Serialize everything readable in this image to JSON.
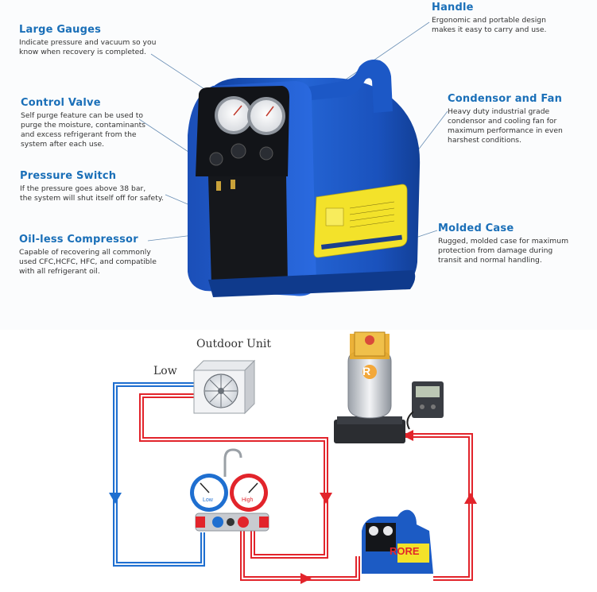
{
  "features": {
    "handle": {
      "title": "Handle",
      "lines": [
        "Ergonomic and portable design",
        "makes it easy to carry and use."
      ]
    },
    "large_gauges": {
      "title": "Large Gauges",
      "lines": [
        "Indicate pressure and vacuum so  you",
        "know when recovery is completed."
      ]
    },
    "control_valve": {
      "title": "Control Valve",
      "lines": [
        "Self purge feature can be used to",
        "purge the moisture, contaminants",
        "and excess refrigerant from the",
        "system after each use."
      ]
    },
    "condensor_fan": {
      "title": "Condensor and Fan",
      "lines": [
        "Heavy duty industrial grade",
        "condensor and cooling fan for",
        "maximum performance in even",
        "harshest conditions."
      ]
    },
    "pressure_switch": {
      "title": "Pressure Switch",
      "lines": [
        "If the pressure goes above 38 bar,",
        "the system will shut itself off for safety."
      ]
    },
    "molded_case": {
      "title": "Molded Case",
      "lines": [
        "Rugged, molded case for maximum",
        "protection from damage during",
        "transit and normal handling."
      ]
    },
    "oilless_compressor": {
      "title": "Oil-less Compressor",
      "lines": [
        "Capable of recovering all commonly",
        "used CFC,HCFC, HFC, and compatible",
        "with all refrigerant oil."
      ]
    }
  },
  "diagram": {
    "outdoor_unit_label": "Outdoor Unit",
    "low_label": "Low",
    "cylinder_letter": "R",
    "machine_brand": "RORE",
    "gauge_low_text": "Low",
    "gauge_high_text": "High"
  },
  "colors": {
    "heading_blue": "#1a6fb8",
    "machine_blue": "#1c5bc4",
    "pipe_red": "#e2242b",
    "pipe_blue": "#1f6fd0",
    "label_yellow": "#f3e22a"
  }
}
